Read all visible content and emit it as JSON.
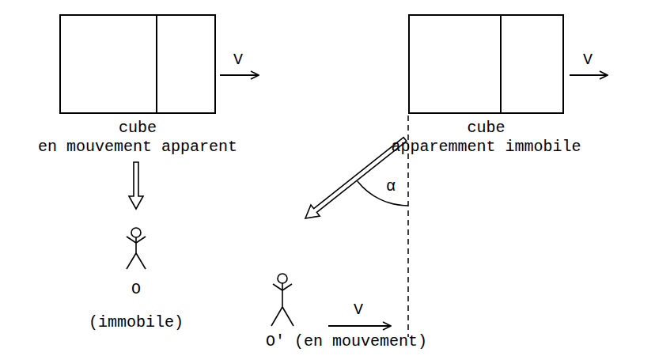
{
  "diagram": {
    "nodes": [
      {
        "text": [
          "cube",
          "en mouvement apparent"
        ]
      },
      {
        "text": [
          "cube",
          "apparemment immobile"
        ]
      }
    ],
    "labels": [
      "V",
      "V",
      "V",
      "α",
      "O",
      "(immobile)",
      "O' (en mouvement)"
    ]
  }
}
